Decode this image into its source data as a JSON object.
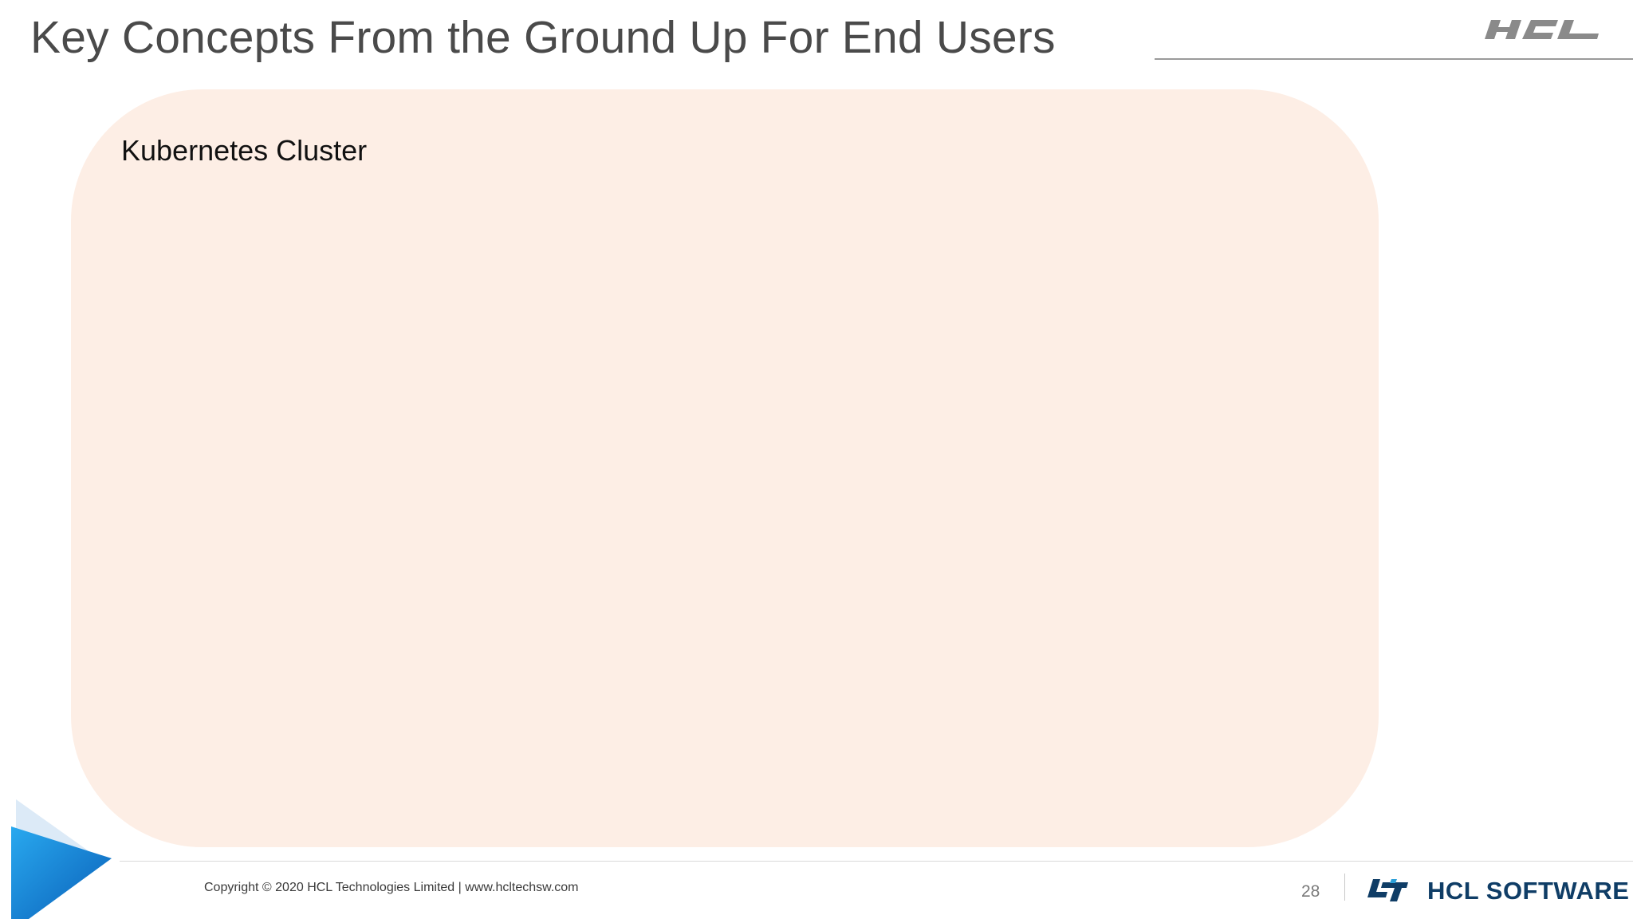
{
  "slide": {
    "title": "Key Concepts From the Ground Up For End Users",
    "cluster_label": "Kubernetes Cluster",
    "page_number": "28"
  },
  "header": {
    "logo_text": "HCL",
    "logo_icon": "hcl-logo"
  },
  "footer": {
    "copyright": "Copyright © 2020 HCL Technologies Limited  |  www.hcltechsw.com",
    "brand_text": "HCL SOFTWARE",
    "brand_icon": "hcl-software-logo",
    "corner_icon": "play-triangle-decoration"
  },
  "colors": {
    "title": "#4a4a4a",
    "cluster_fill": "#fdeee5",
    "brand_blue": "#0f3d66",
    "triangle_blue": "#1e88e5",
    "triangle_light": "#dceaf7"
  }
}
